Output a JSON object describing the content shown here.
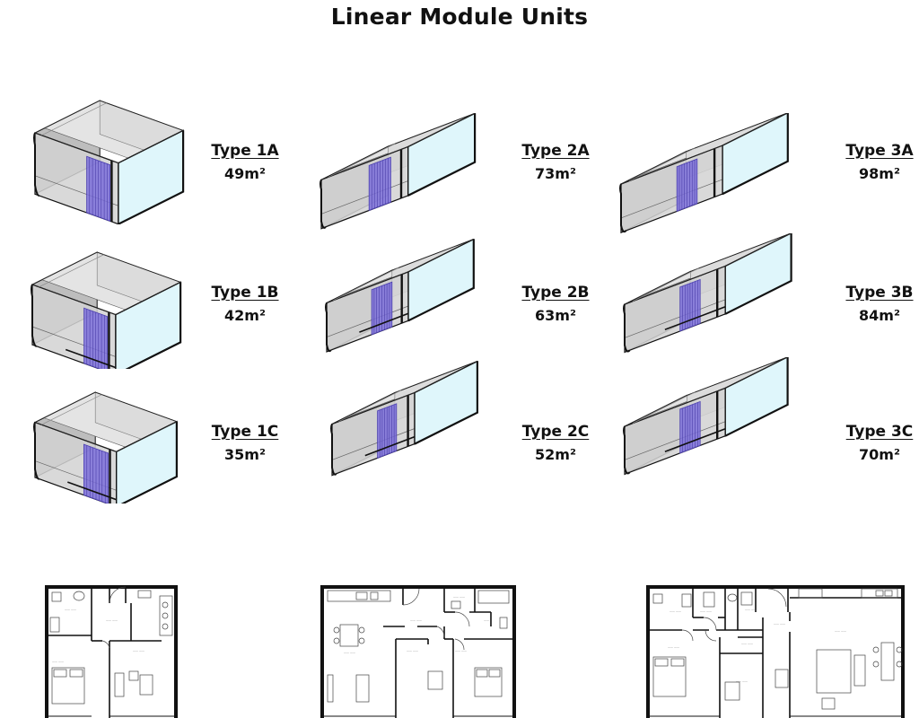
{
  "title": "Linear Module Units",
  "colors": {
    "glass": "#d2d2d2",
    "inner": "#e4e4e4",
    "panel": "#7b6fd9",
    "glazing": "#dff6fb",
    "outline": "#111111"
  },
  "units": [
    {
      "type": "Type 1A",
      "area": "49m²"
    },
    {
      "type": "Type 2A",
      "area": "73m²"
    },
    {
      "type": "Type 3A",
      "area": "98m²"
    },
    {
      "type": "Type 1B",
      "area": "42m²"
    },
    {
      "type": "Type 2B",
      "area": "63m²"
    },
    {
      "type": "Type 3B",
      "area": "84m²"
    },
    {
      "type": "Type 1C",
      "area": "35m²"
    },
    {
      "type": "Type 2C",
      "area": "52m²"
    },
    {
      "type": "Type 3C",
      "area": "70m²"
    }
  ],
  "floor_plans": [
    {
      "name": "floor-plan-type-1"
    },
    {
      "name": "floor-plan-type-2"
    },
    {
      "name": "floor-plan-type-3"
    }
  ]
}
